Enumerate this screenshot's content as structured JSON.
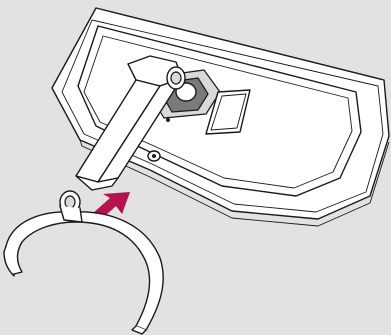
{
  "diagram": {
    "background_color": "#e2e2e2",
    "line_color": "#1a1a1a",
    "arrow_color": "#b5124f",
    "parts": [
      {
        "name": "monitor-back-panel"
      },
      {
        "name": "stand-arm"
      },
      {
        "name": "stand-base"
      },
      {
        "name": "insert-direction-arrow"
      }
    ]
  }
}
